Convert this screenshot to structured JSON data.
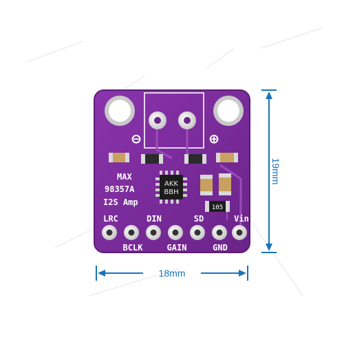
{
  "board": {
    "label_line1": "MAX",
    "label_line2": "98357A",
    "label_line3": "I2S Amp",
    "chip_line1": "AKK",
    "chip_line2": "BBH",
    "resistor_code": "105",
    "terminal_minus": "⊖",
    "terminal_plus": "⊕",
    "pins_top": [
      "LRC",
      "DIN",
      "SD",
      "Vin"
    ],
    "pins_bottom": [
      "BCLK",
      "GAIN",
      "GND"
    ]
  },
  "dimensions": {
    "width": "18mm",
    "height": "19mm"
  },
  "colors": {
    "pcb": "#7a2a9a",
    "dimension": "#1a73b8",
    "pad": "#e8e8e8"
  }
}
